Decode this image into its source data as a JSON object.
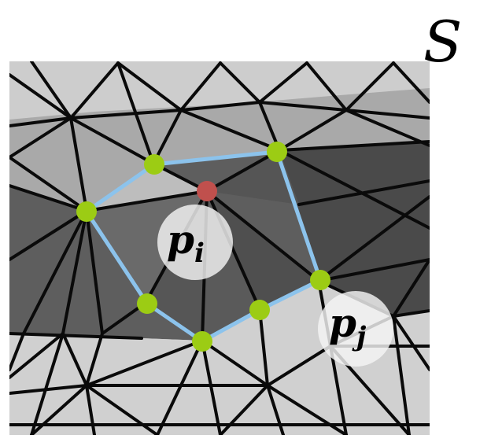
{
  "surface_label": "S",
  "point_i": {
    "symbol": "p",
    "subscript": "i"
  },
  "point_j": {
    "symbol": "p",
    "subscript": "j"
  },
  "colors": {
    "background": "#ffffff",
    "light_face": "#d2d2d2",
    "mid_face": "#a8a8a8",
    "dark_face": "#5c5c5c",
    "darker_face": "#474747",
    "edge": "#0a0a0a",
    "ring_polygon": "#8cc3ec",
    "ring_vertex": "#9ccc14",
    "center_vertex": "#c0504d",
    "label_disc": "#f4f4f4"
  }
}
